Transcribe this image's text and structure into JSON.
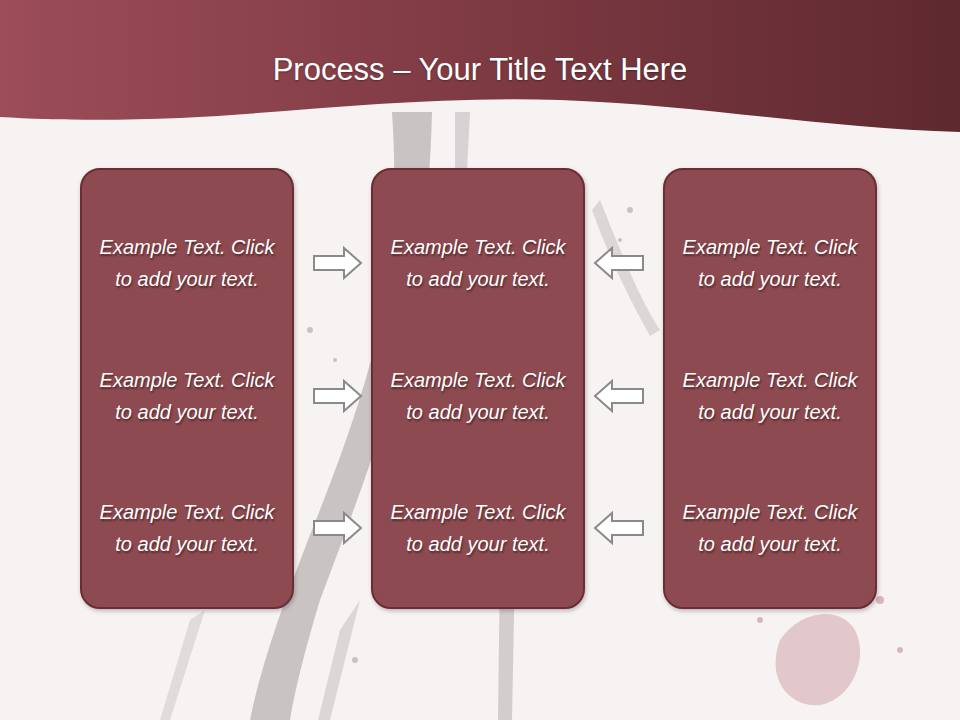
{
  "diagram": {
    "title": "Process – Your Title Text Here",
    "nodes": [
      {
        "text": [
          "Example Text. Click to add your text.",
          "Example Text. Click to add your text.",
          "Example Text. Click to add your text."
        ]
      },
      {
        "text": [
          "Example Text. Click to add your text.",
          "Example Text. Click to add your text.",
          "Example Text. Click to add your text."
        ]
      },
      {
        "text": [
          "Example Text. Click to add your text.",
          "Example Text. Click to add your text.",
          "Example Text. Click to add your text."
        ]
      }
    ],
    "edges": [
      {
        "from": 0,
        "to": 1,
        "arrow": "to"
      },
      {
        "from": 0,
        "to": 1,
        "arrow": "to"
      },
      {
        "from": 0,
        "to": 1,
        "arrow": "to"
      },
      {
        "from": 2,
        "to": 1,
        "arrow": "to"
      },
      {
        "from": 2,
        "to": 1,
        "arrow": "to"
      },
      {
        "from": 2,
        "to": 1,
        "arrow": "to"
      }
    ]
  }
}
